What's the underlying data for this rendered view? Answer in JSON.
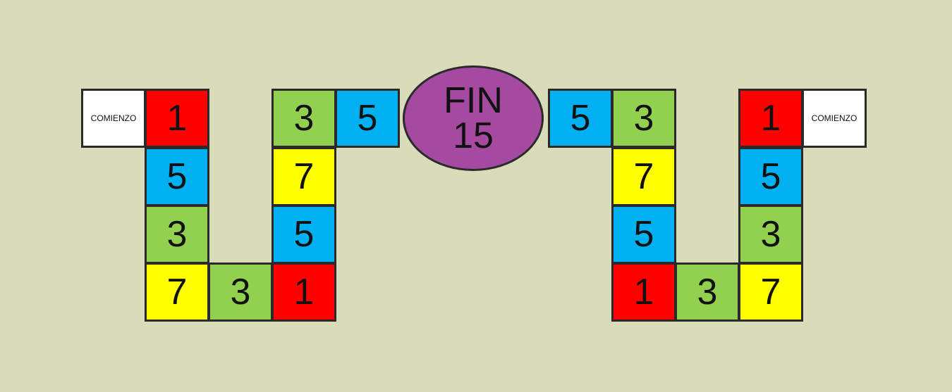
{
  "board": {
    "start_label": "COMIENZO",
    "finish": {
      "title": "FIN",
      "target": "15",
      "color": "#a54aa0"
    },
    "colors": {
      "background": "#d9dbb9",
      "red": "#ff0000",
      "blue": "#00b0f0",
      "green": "#92d050",
      "yellow": "#ffff00",
      "white": "#ffffff"
    },
    "left_path": [
      {
        "value": "1",
        "color": "red"
      },
      {
        "value": "5",
        "color": "blue"
      },
      {
        "value": "3",
        "color": "green"
      },
      {
        "value": "7",
        "color": "yellow"
      },
      {
        "value": "3",
        "color": "green"
      },
      {
        "value": "1",
        "color": "red"
      },
      {
        "value": "5",
        "color": "blue"
      },
      {
        "value": "7",
        "color": "yellow"
      },
      {
        "value": "3",
        "color": "green"
      },
      {
        "value": "5",
        "color": "blue"
      }
    ],
    "right_path": [
      {
        "value": "1",
        "color": "red"
      },
      {
        "value": "5",
        "color": "blue"
      },
      {
        "value": "3",
        "color": "green"
      },
      {
        "value": "7",
        "color": "yellow"
      },
      {
        "value": "3",
        "color": "green"
      },
      {
        "value": "1",
        "color": "red"
      },
      {
        "value": "5",
        "color": "blue"
      },
      {
        "value": "7",
        "color": "yellow"
      },
      {
        "value": "3",
        "color": "green"
      },
      {
        "value": "5",
        "color": "blue"
      }
    ]
  }
}
